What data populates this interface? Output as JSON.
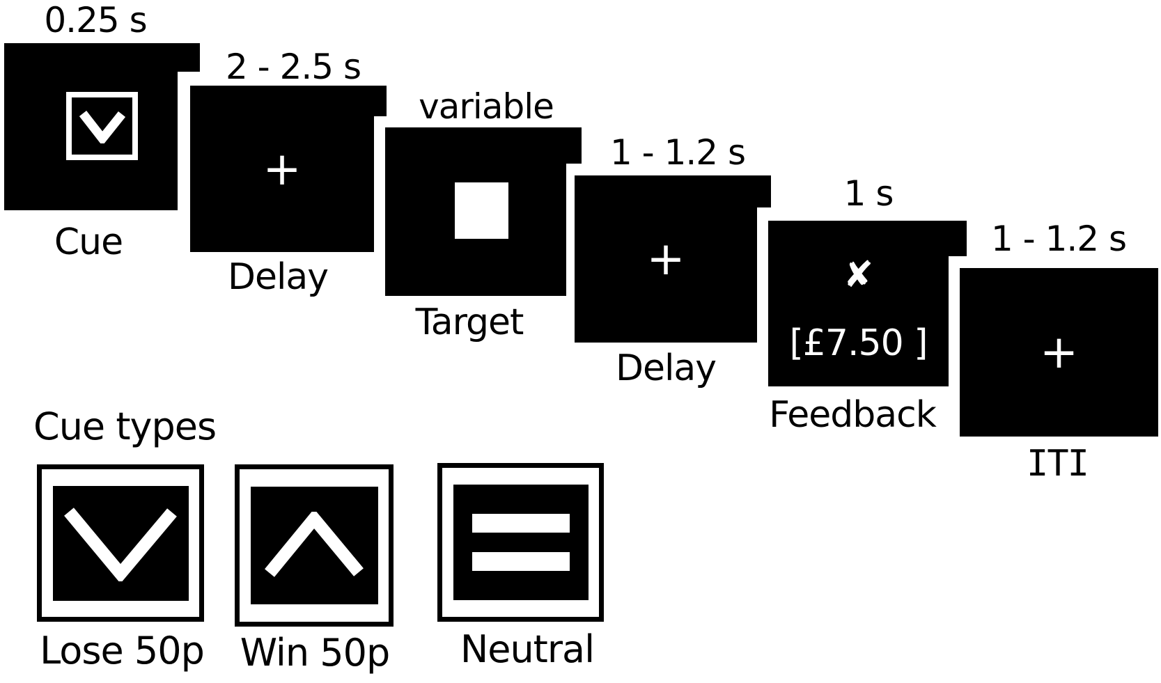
{
  "figure": {
    "colors": {
      "background": "#ffffff",
      "screen_fill": "#000000",
      "ink": "#000000",
      "screen_content": "#ffffff"
    }
  },
  "sequence": [
    {
      "stage": "Cue",
      "duration": "0.25 s",
      "symbol": "chevron-down-in-square"
    },
    {
      "stage": "Delay",
      "duration": "2 - 2.5 s",
      "fixation": "+"
    },
    {
      "stage": "Target",
      "duration": "variable",
      "symbol": "white-square"
    },
    {
      "stage": "Delay",
      "duration": "1 - 1.2 s",
      "fixation": "+"
    },
    {
      "stage": "Feedback",
      "duration": "1 s",
      "result_mark": "✘",
      "amount": "[£7.50 ]"
    },
    {
      "stage": "ITI",
      "duration": "1 - 1.2 s",
      "fixation": "+"
    }
  ],
  "cue_types": {
    "heading": "Cue types",
    "items": [
      {
        "label": "Lose 50p",
        "symbol": "chevron-down"
      },
      {
        "label": "Win 50p",
        "symbol": "chevron-up"
      },
      {
        "label": "Neutral",
        "symbol": "equals-bars"
      }
    ]
  }
}
